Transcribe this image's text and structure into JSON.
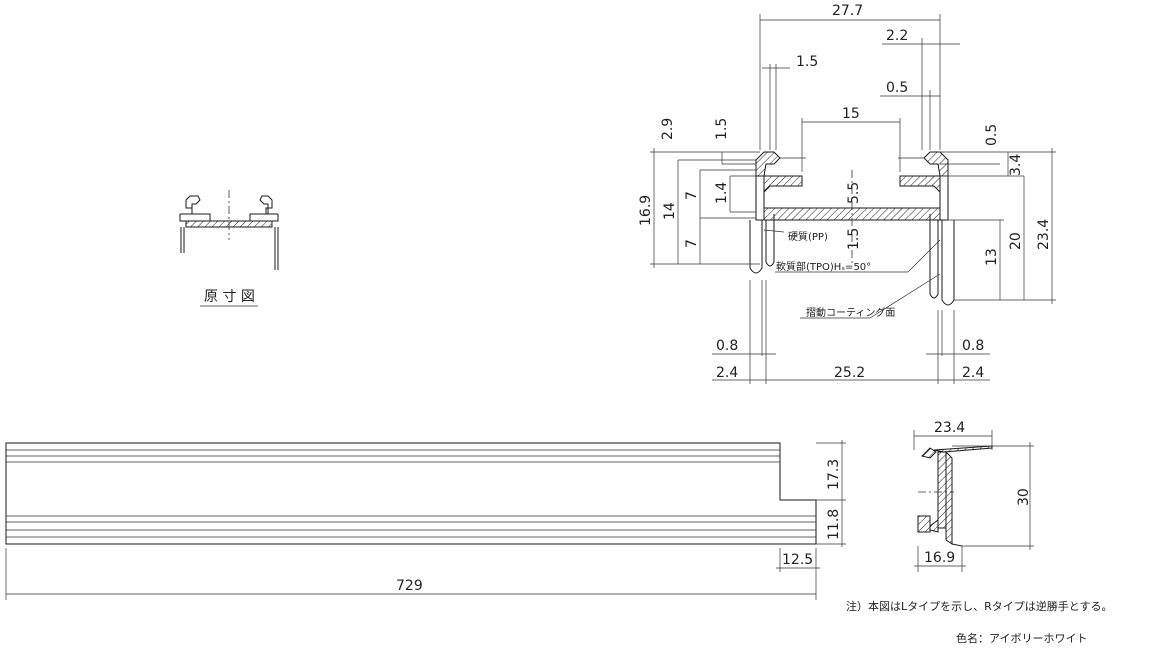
{
  "section_dims": {
    "top_width": "27.7",
    "right_lip_2_2": "2.2",
    "lip_1_5_top": "1.5",
    "right_0_5_a": "0.5",
    "inner_15": "15",
    "left_2_9": "2.9",
    "left_1_5": "1.5",
    "right_0_5_b": "0.5",
    "right_3_4": "3.4",
    "left_16_9": "16.9",
    "left_14": "14",
    "left_7_a": "7",
    "left_1_4": "1.4",
    "left_7_b": "7",
    "center_5_5": "5.5",
    "center_1_5": "1.5",
    "right_23_4": "23.4",
    "right_20": "20",
    "right_13": "13",
    "bottom_0_8_left": "0.8",
    "bottom_0_8_right": "0.8",
    "bottom_2_4_left": "2.4",
    "bottom_25_2": "25.2",
    "bottom_2_4_right": "2.4"
  },
  "labels": {
    "hard_pp": "硬質(PP)",
    "soft_tpo": "軟質部(TPO)Hₛ=50°",
    "sliding_coat": "摺動コーティング面",
    "original_size": "原 寸 図"
  },
  "side_view": {
    "length": "729",
    "notch_width": "12.5",
    "height_17_3": "17.3",
    "height_11_8": "11.8"
  },
  "end_view": {
    "top": "23.4",
    "height": "30",
    "bottom": "16.9"
  },
  "notes": {
    "note1": "注）本図はLタイプを示し、Rタイプは逆勝手とする。",
    "color": "色名：アイボリーホワイト"
  }
}
